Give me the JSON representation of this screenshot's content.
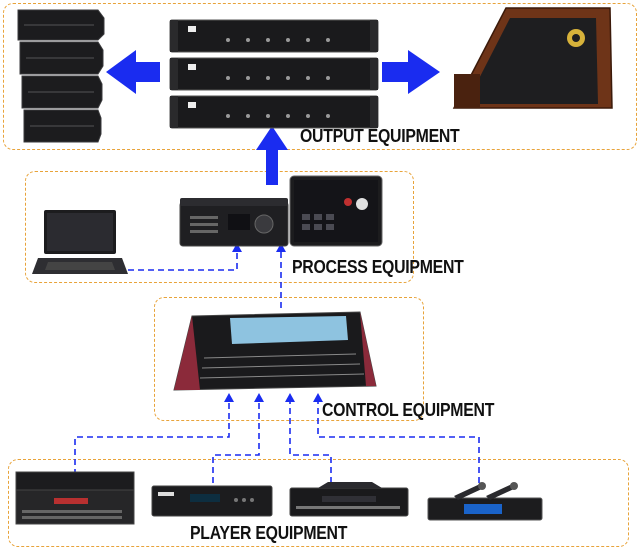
{
  "groups": {
    "output": {
      "label": "OUTPUT EQUIPMENT"
    },
    "process": {
      "label": "PROCESS EQUIPMENT"
    },
    "control": {
      "label": "CONTROL EQUIPMENT"
    },
    "player": {
      "label": "PLAYER EQUIPMENT"
    }
  },
  "colors": {
    "group_border": "#e8a33a",
    "arrow": "#1a2cf0",
    "link": "#1a2cf0",
    "device_dark": "#1c1c1e",
    "monitor_wood": "#7a3a1e"
  },
  "icons": {
    "line_array_speaker": "line-array-speaker-icon",
    "amplifier": "amplifier-icon",
    "stage_monitor": "stage-monitor-icon",
    "laptop": "laptop-icon",
    "processor": "audio-processor-icon",
    "touch_screen": "touch-screen-icon",
    "mixer": "digital-mixer-icon",
    "recorder": "media-recorder-icon",
    "cd_player": "cd-player-icon",
    "disc_player": "disc-player-icon",
    "wireless_mic": "wireless-microphone-icon"
  }
}
